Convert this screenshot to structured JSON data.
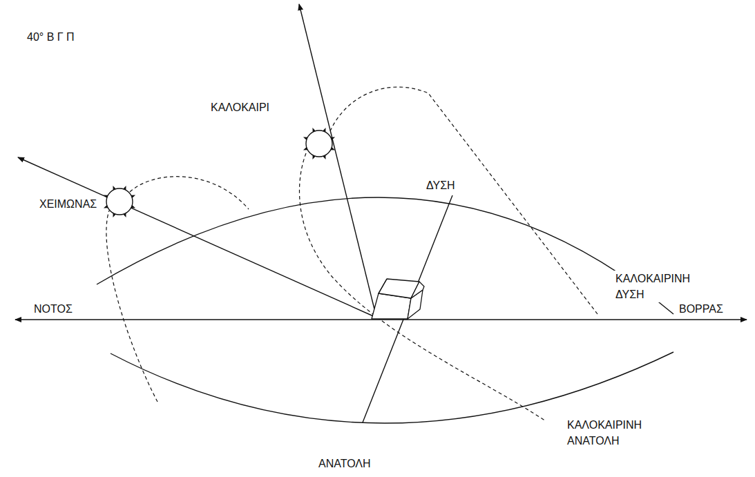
{
  "diagram": {
    "labels": [
      "40° Β Γ Π",
      "ΚΑΛΟΚΑΙΡΙ",
      "ΧΕΙΜΩΝΑΣ",
      "ΔΥΣΗ",
      "ΚΑΛΟΚΑΙΡΙΝΗ ΔΥΣΗ",
      "ΝΟΤΟΣ",
      "ΒΟΡΡΑΣ",
      "ΚΑΛΟΚΑΙΡΙΝΗ ΑΝΑΤΟΛΗ",
      "ΑΝΑΤΟΛΗ"
    ]
  }
}
